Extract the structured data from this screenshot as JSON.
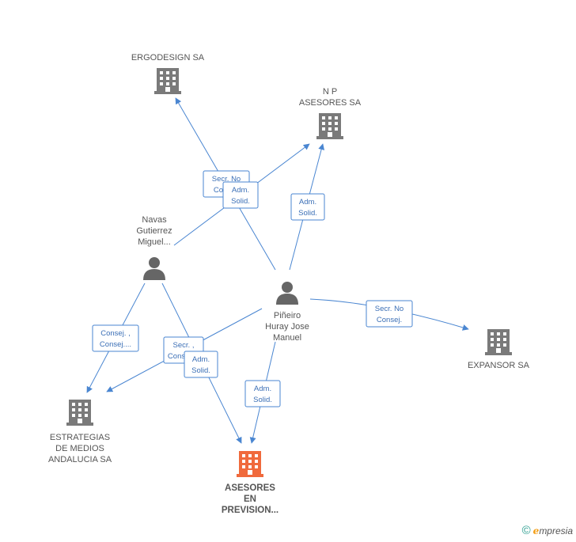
{
  "colors": {
    "edge": "#4a86d1",
    "company": "#7a7a7a",
    "focus_company": "#f06a3c",
    "person": "#666666",
    "label": "#555555"
  },
  "nodes": [
    {
      "id": "ergodesign",
      "type": "company",
      "lines": [
        "ERGODESIGN SA"
      ],
      "focus": false
    },
    {
      "id": "np",
      "type": "company",
      "lines": [
        "N P",
        "ASESORES SA"
      ],
      "focus": false
    },
    {
      "id": "navas",
      "type": "person",
      "lines": [
        "Navas",
        "Gutierrez",
        "Miguel..."
      ],
      "focus": false
    },
    {
      "id": "pineiro",
      "type": "person",
      "lines": [
        "Piñeiro",
        "Huray Jose",
        "Manuel"
      ],
      "focus": false
    },
    {
      "id": "expansor",
      "type": "company",
      "lines": [
        "EXPANSOR SA"
      ],
      "focus": false
    },
    {
      "id": "estrategias",
      "type": "company",
      "lines": [
        "ESTRATEGIAS",
        "DE MEDIOS",
        "ANDALUCIA SA"
      ],
      "focus": false
    },
    {
      "id": "asesores",
      "type": "company",
      "lines": [
        "ASESORES",
        "EN",
        "PREVISION..."
      ],
      "focus": true
    }
  ],
  "edges": [
    {
      "id": "pineiro-ergodesign",
      "lines": [
        "Secr.  No",
        "Consej."
      ]
    },
    {
      "id": "navas-np",
      "lines": [
        "Adm.",
        "Solid."
      ]
    },
    {
      "id": "pineiro-np",
      "lines": [
        "Adm.",
        "Solid."
      ]
    },
    {
      "id": "pineiro-expansor",
      "lines": [
        "Secr.  No",
        "Consej."
      ]
    },
    {
      "id": "navas-estrategias",
      "lines": [
        "Consej. ,",
        "Consej...."
      ]
    },
    {
      "id": "pineiro-estrategias",
      "lines": [
        "Secr.  ,",
        "Consej...."
      ]
    },
    {
      "id": "navas-asesores",
      "lines": [
        "Adm.",
        "Solid."
      ]
    },
    {
      "id": "pineiro-asesores",
      "lines": [
        "Adm.",
        "Solid."
      ]
    }
  ],
  "brand": {
    "copyright": "©",
    "initial": "e",
    "rest": "mpresia"
  }
}
